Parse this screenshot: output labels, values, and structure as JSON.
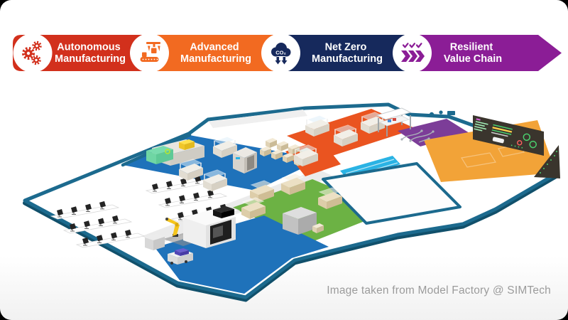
{
  "banner": {
    "segments": [
      {
        "label_line1": "Autonomous",
        "label_line2": "Manufacturing",
        "color": "#d2301c",
        "icon": "gears-icon"
      },
      {
        "label_line1": "Advanced",
        "label_line2": "Manufacturing",
        "color": "#f26a21",
        "icon": "conveyor-pick-icon"
      },
      {
        "label_line1": "Net Zero",
        "label_line2": "Manufacturing",
        "color": "#16295c",
        "icon": "co2-cloud-icon",
        "icon_text": "CO₂"
      },
      {
        "label_line1": "Resilient",
        "label_line2": "Value Chain",
        "color": "#8b1d96",
        "icon": "chevrons-check-icon"
      }
    ]
  },
  "caption": {
    "text": "Image taken from Model Factory @ SIMTech",
    "color": "#9b9b9b"
  },
  "factory": {
    "illustration": "isometric model factory floor plan",
    "wall_color": "#1c6a8e",
    "wall_shadow": "#11506b",
    "zones": {
      "production_blue": "#1f72ba",
      "assembly_green": "#6cb244",
      "line_orange": "#ea5420",
      "network_purple": "#7c3d98",
      "dashboard_amber": "#f2a338",
      "conveyor_cyan": "#2ab3e4",
      "corridor_gray": "#ebebeb"
    },
    "accents": {
      "machine_green": "#79dcae",
      "machine_yellow": "#ffe14d",
      "robot_yellow": "#f5c51d",
      "board_bg": "#3a352d",
      "board_green": "#4ad06e"
    }
  }
}
